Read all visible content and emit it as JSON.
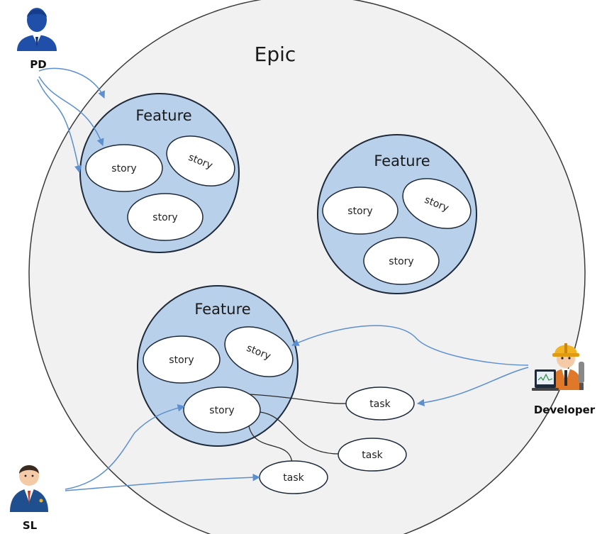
{
  "colors": {
    "epic_fill": "#f1f1f1",
    "epic_stroke": "#3a3a3a",
    "feature_fill": "#b9d0ea",
    "feature_stroke": "#1e2a3a",
    "item_fill": "#ffffff",
    "arrow": "#5b8fd0",
    "connector": "#2b2b2b"
  },
  "epic": {
    "title": "Epic"
  },
  "features": [
    {
      "title": "Feature",
      "stories": [
        "story",
        "story",
        "story"
      ]
    },
    {
      "title": "Feature",
      "stories": [
        "story",
        "story",
        "story"
      ]
    },
    {
      "title": "Feature",
      "stories": [
        "story",
        "story",
        "story"
      ]
    }
  ],
  "tasks": [
    "task",
    "task",
    "task"
  ],
  "actors": {
    "pd": {
      "label": "PD",
      "icon": "business-person-icon"
    },
    "developer": {
      "label": "Developer",
      "icon": "engineer-with-laptop-icon"
    },
    "sl": {
      "label": "SL",
      "icon": "suited-person-icon"
    }
  }
}
